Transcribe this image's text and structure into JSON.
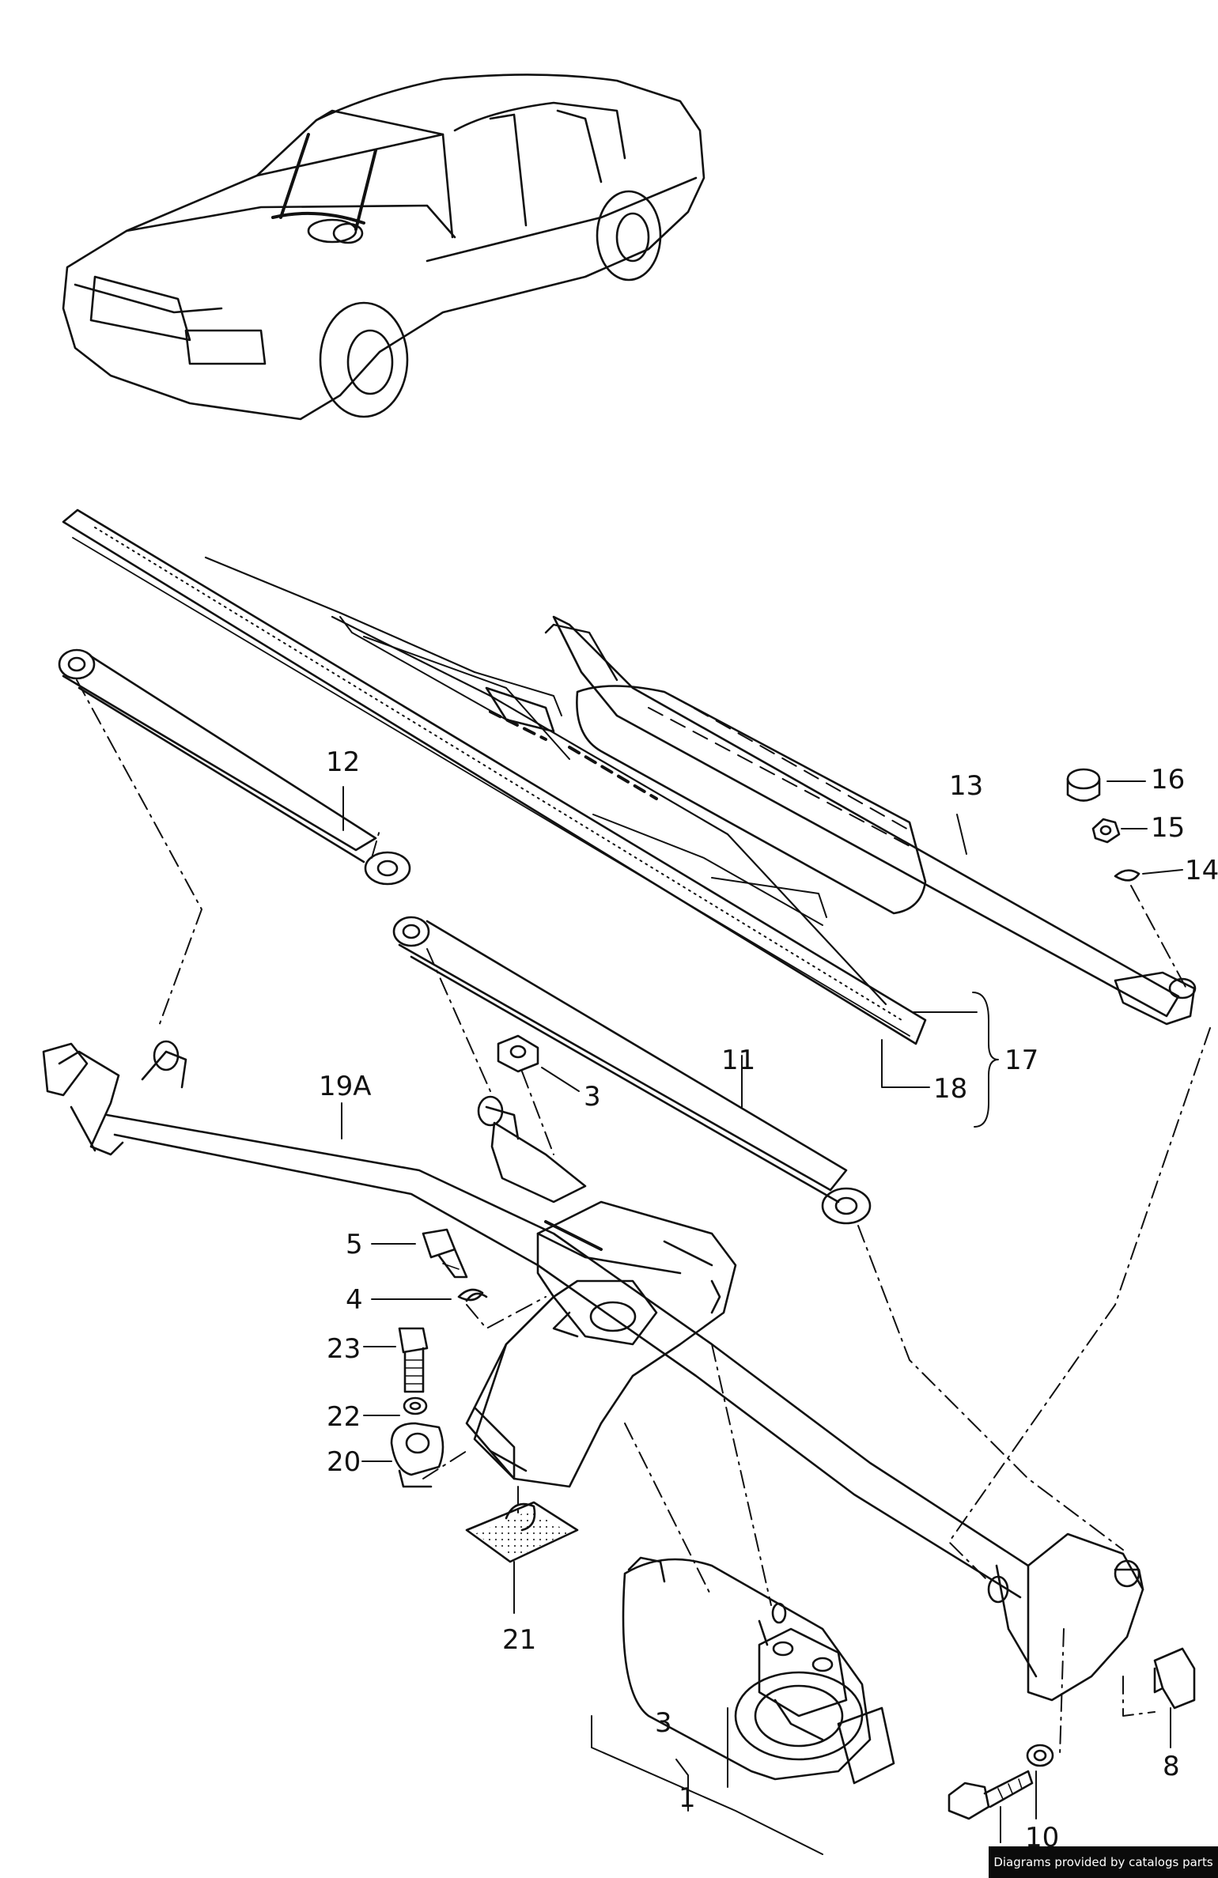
{
  "labels": {
    "l1": "1",
    "l3a": "3",
    "l3b": "3",
    "l4": "4",
    "l5": "5",
    "l8": "8",
    "l10": "10",
    "l11": "11",
    "l12": "12",
    "l13": "13",
    "l14": "14",
    "l15": "15",
    "l16": "16",
    "l17": "17",
    "l18": "18",
    "l19a": "19A",
    "l20": "20",
    "l21": "21",
    "l22": "22",
    "l23": "23"
  },
  "credit": "Diagrams provided by catalogs parts"
}
